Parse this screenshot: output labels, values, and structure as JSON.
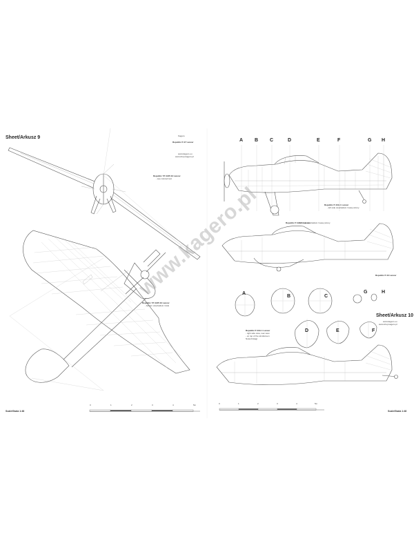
{
  "left_page": {
    "sheet_title": "Sheet/Arkusz 9",
    "header_small": "Kagero",
    "header_sub": "Republic P-47 Lancer",
    "front_note": [
      "Republic YP-43/P-43 Lancer",
      "- see colored text"
    ],
    "top_note": [
      "Republic YP-43/P-43 Lancer",
      "- bottom view/widok z dołu"
    ],
    "web": [
      "www.kagero.eu",
      "www.shop.kagero.pl"
    ],
    "scale_label": "Scale/Skala 1:48",
    "scale_ticks": [
      "0",
      "1",
      "2",
      "3",
      "4",
      "5m"
    ]
  },
  "right_page": {
    "stations": [
      "A",
      "B",
      "C",
      "D",
      "E",
      "F",
      "G",
      "H"
    ],
    "side1_note": [
      "Republic P-43A-1 Lancer",
      "- left side view/widok z lewej strony"
    ],
    "side2_note": [
      "Republic P-43A-1 Lancer",
      "- left side view/widok z lewej strony"
    ],
    "side2_caption": "Republic P-43 Lancer",
    "sections": [
      "A",
      "B",
      "C",
      "D",
      "E",
      "F",
      "G",
      "H"
    ],
    "sheet_title": "Sheet/Arkusz 10",
    "web": [
      "www.kagero.eu",
      "www.shop.kagero.pl"
    ],
    "side3_note": [
      "Republic P-43A-1 Lancer",
      "- right side view, rear view",
      "- on top of the windscreen",
      "Notes/Uwagi"
    ],
    "scale_label": "Scale/Skala 1:48",
    "scale_ticks": [
      "0",
      "1",
      "2",
      "3",
      "4",
      "5m"
    ]
  },
  "watermark": "www.kagero.pl"
}
